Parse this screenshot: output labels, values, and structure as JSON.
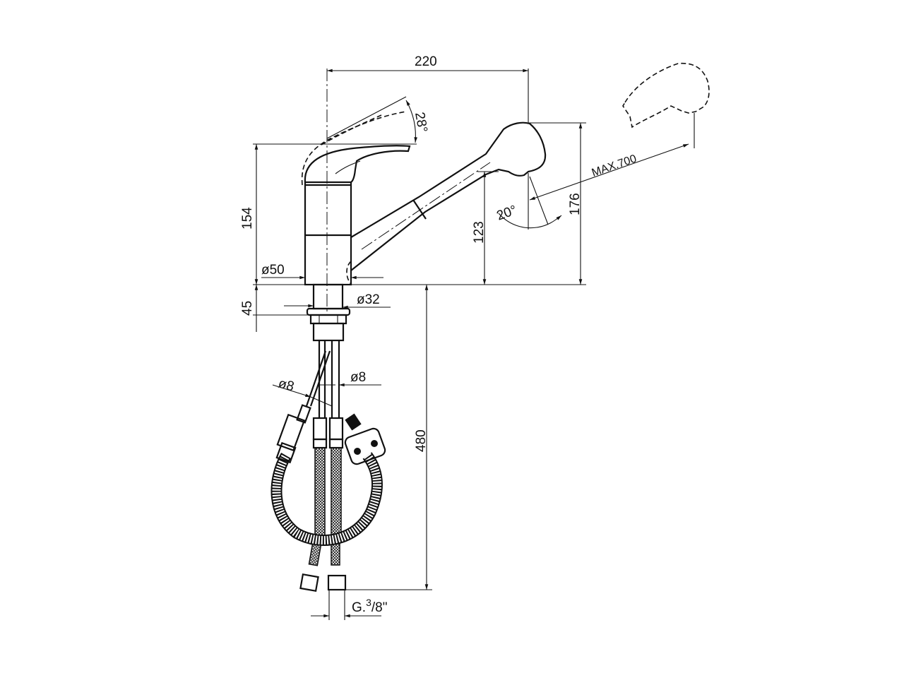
{
  "drawing": {
    "title": "Pull-out kitchen mixer technical drawing",
    "dimensions": {
      "width_overall": "220",
      "lever_height": "154",
      "spout_height_max": "176",
      "spout_outlet_height": "123",
      "base_thickness": "45",
      "body_diameter": "ø50",
      "shank_diameter": "ø32",
      "hose_length": "480",
      "hose_diameter_left": "ø8",
      "hose_diameter_right": "ø8",
      "lever_angle": "28°",
      "spray_angle": "20°",
      "pullout_max": "MAX.700",
      "connection_prefix": "G.",
      "connection_sup": "3",
      "connection_suffix": "/8\""
    }
  }
}
